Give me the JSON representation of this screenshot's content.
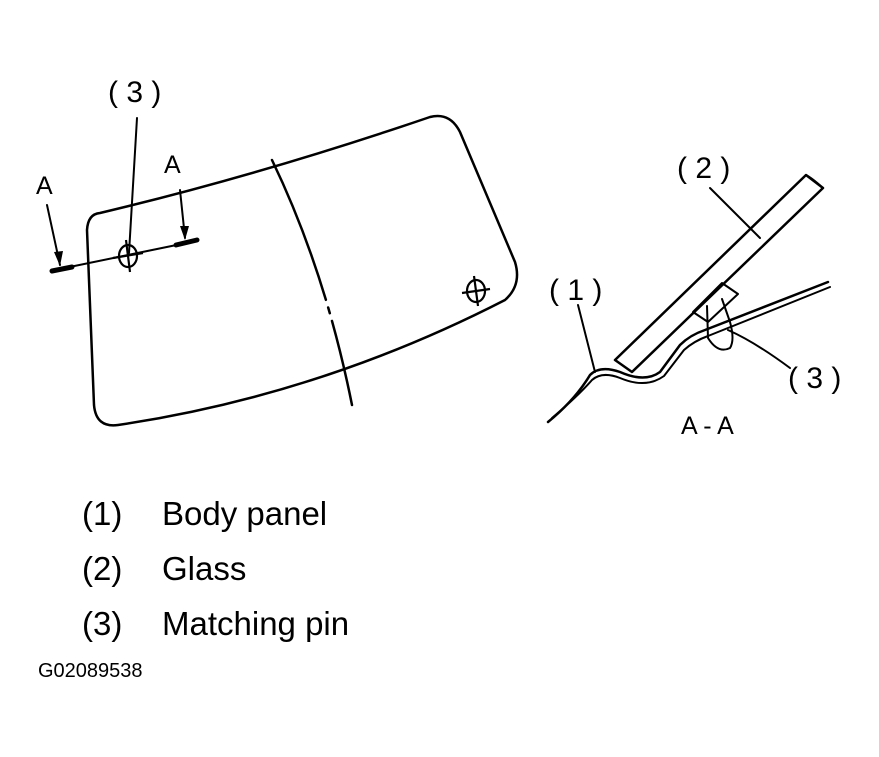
{
  "front_view": {
    "pin_callout": "( 3 )",
    "section_marker_left": "A",
    "section_marker_right": "A"
  },
  "section_view": {
    "callout_body_panel": "( 1 )",
    "callout_glass": "( 2 )",
    "callout_pin": "( 3 )",
    "section_title": "A - A"
  },
  "legend": [
    {
      "number": "(1)",
      "label": "Body panel"
    },
    {
      "number": "(2)",
      "label": "Glass"
    },
    {
      "number": "(3)",
      "label": "Matching pin"
    }
  ],
  "figure_code": "G02089538"
}
